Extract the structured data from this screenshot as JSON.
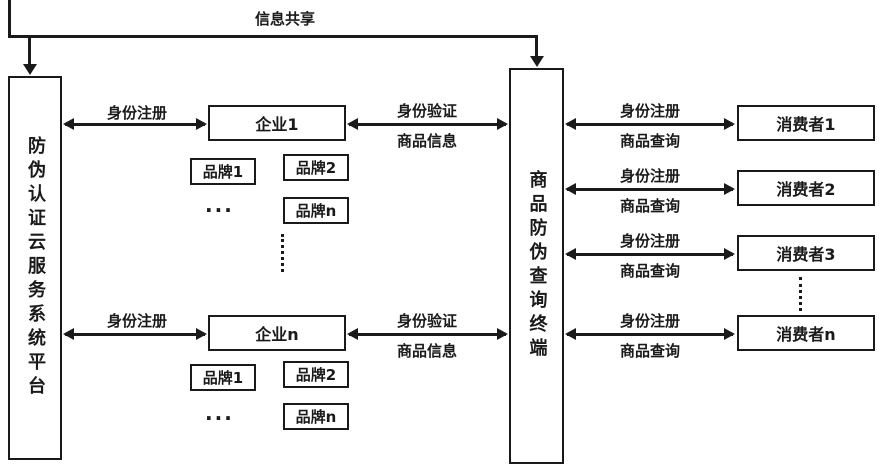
{
  "diagram": {
    "top": {
      "share_label": "信息共享"
    },
    "platform": {
      "label": "防伪认证云服务系统平台"
    },
    "terminal": {
      "label": "商品防伪查询终端"
    },
    "labels": {
      "register": "身份注册",
      "verify": "身份验证",
      "product_info": "商品信息",
      "product_query": "商品查询",
      "ellipsis": "..."
    },
    "enterprises": [
      {
        "name": "企业1",
        "brands": [
          "品牌1",
          "品牌2",
          "品牌n"
        ]
      },
      {
        "name": "企业n",
        "brands": [
          "品牌1",
          "品牌2",
          "品牌n"
        ]
      }
    ],
    "consumers": [
      "消费者1",
      "消费者2",
      "消费者3",
      "消费者n"
    ]
  }
}
